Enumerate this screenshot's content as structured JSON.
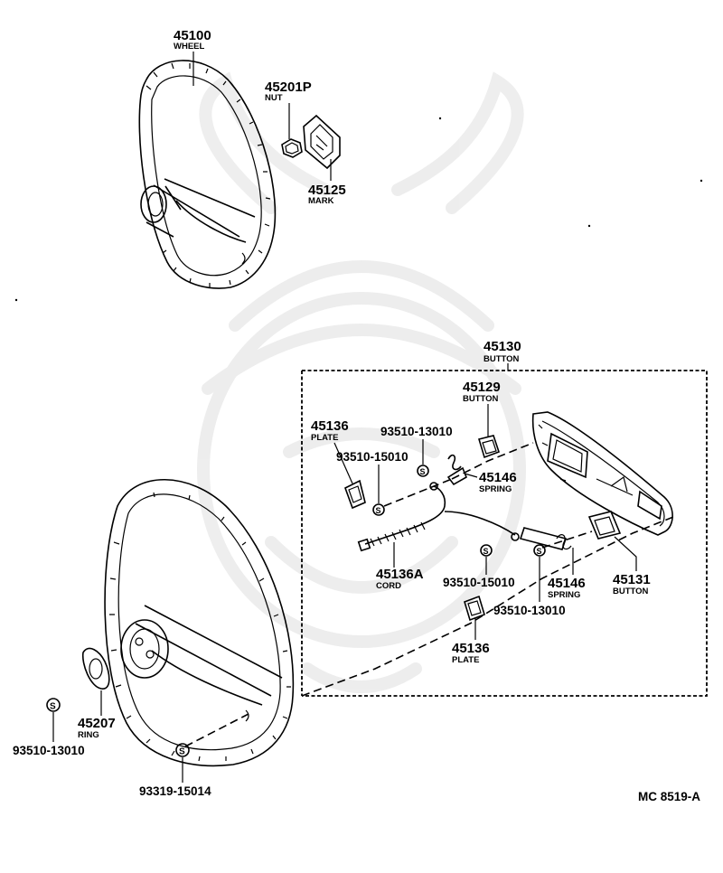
{
  "parts": {
    "p45100": {
      "number": "45100",
      "name": "WHEEL"
    },
    "p45201p": {
      "number": "45201P",
      "name": "NUT"
    },
    "p45125": {
      "number": "45125",
      "name": "MARK"
    },
    "p45130": {
      "number": "45130",
      "name": "BUTTON"
    },
    "p45129": {
      "number": "45129",
      "name": "BUTTON"
    },
    "p45136_top": {
      "number": "45136",
      "name": "PLATE"
    },
    "p45146_top": {
      "number": "45146",
      "name": "SPRING"
    },
    "p45136a": {
      "number": "45136A",
      "name": "CORD"
    },
    "p45146_bottom": {
      "number": "45146",
      "name": "SPRING"
    },
    "p45131": {
      "number": "45131",
      "name": "BUTTON"
    },
    "p45136_bottom": {
      "number": "45136",
      "name": "PLATE"
    },
    "p45207": {
      "number": "45207",
      "name": "RING"
    }
  },
  "screws": {
    "s93510_13010_top": "93510-13010",
    "s93510_15010_top": "93510-15010",
    "s93510_15010_bottom": "93510-15010",
    "s93510_13010_mid": "93510-13010",
    "s93510_13010_left": "93510-13010",
    "s93319_15014": "93319-15014"
  },
  "screw_symbol": "S",
  "figure_code": "MC 8519-A"
}
